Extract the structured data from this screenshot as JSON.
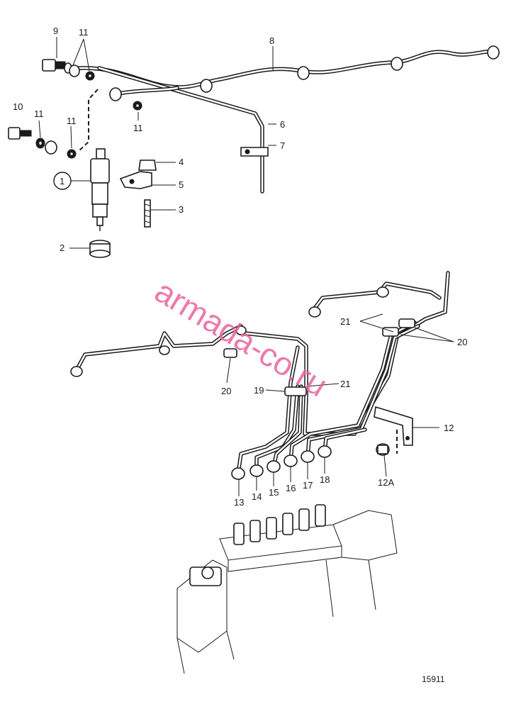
{
  "callouts": {
    "c1": "1",
    "c2": "2",
    "c3": "3",
    "c4": "4",
    "c5": "5",
    "c6": "6",
    "c7": "7",
    "c8": "8",
    "c9": "9",
    "c10": "10",
    "c11a": "11",
    "c11b": "11",
    "c11c": "11",
    "c11d": "11",
    "c12": "12",
    "c12a": "12A",
    "c13": "13",
    "c14": "14",
    "c15": "15",
    "c16": "16",
    "c17": "17",
    "c18": "18",
    "c19": "19",
    "c20a": "20",
    "c20b": "20",
    "c21a": "21",
    "c21b": "21"
  },
  "watermark": "armada-co.ru",
  "figure_number": "15911"
}
